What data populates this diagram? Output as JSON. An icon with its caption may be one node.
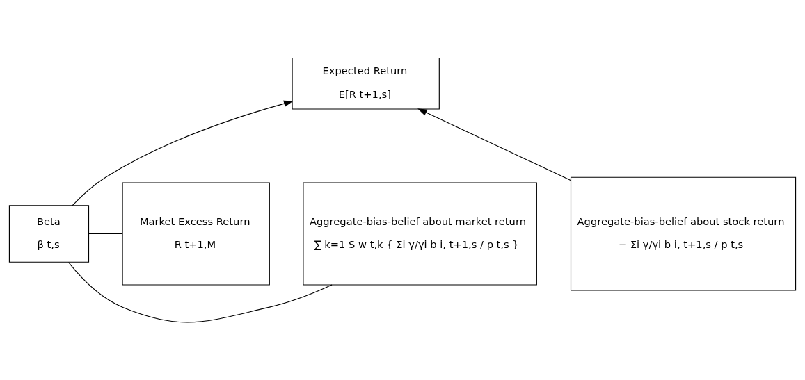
{
  "diagram": {
    "nodes": [
      {
        "text": [
          "Expected Return",
          "E[R t+1,s]"
        ]
      },
      {
        "text": [
          "Beta",
          "β t,s"
        ]
      },
      {
        "text": [
          "Aggregate-bias-belief about stock return",
          "− Σi γ/γi b i, t+1,s / p t,s"
        ]
      },
      {
        "text": [
          "Market Excess Return",
          "R t+1,M"
        ]
      },
      {
        "text": [
          "Aggregate-bias-belief about market return",
          "∑ k=1 S w t,k { Σi γ/γi b i, t+1,s / p t,s }"
        ]
      }
    ],
    "edges": [
      {
        "from": 2,
        "to": 0,
        "arrow": "to"
      },
      {
        "from": 1,
        "to": 0,
        "arrow": "to"
      },
      {
        "from": 1,
        "to": 3,
        "arrow": "none"
      },
      {
        "from": 1,
        "to": 4,
        "arrow": "none"
      }
    ]
  }
}
